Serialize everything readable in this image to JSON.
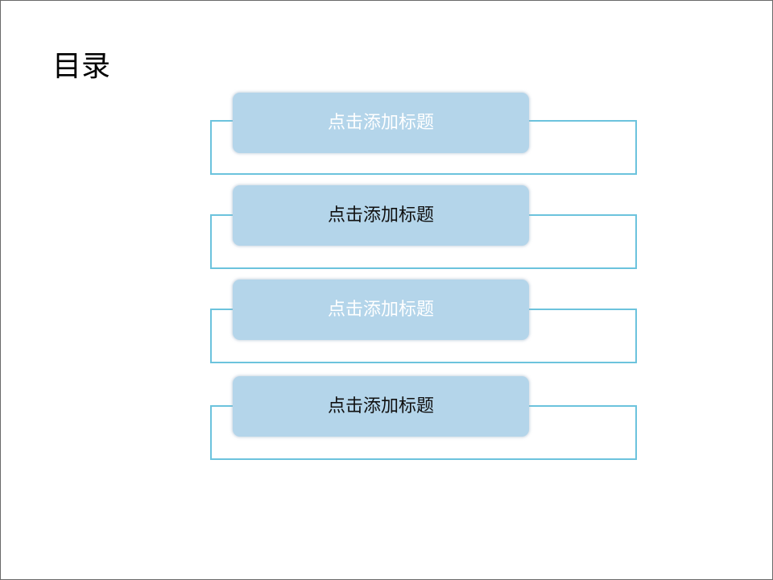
{
  "slide": {
    "title": "目录"
  },
  "toc": {
    "items": [
      {
        "label": "点击添加标题",
        "text_color": "#ffffff"
      },
      {
        "label": "点击添加标题",
        "text_color": "#111111"
      },
      {
        "label": "点击添加标题",
        "text_color": "#ffffff"
      },
      {
        "label": "点击添加标题",
        "text_color": "#111111"
      }
    ],
    "box_color": "#b4d5ea",
    "bracket_color": "#6cc3dd"
  }
}
